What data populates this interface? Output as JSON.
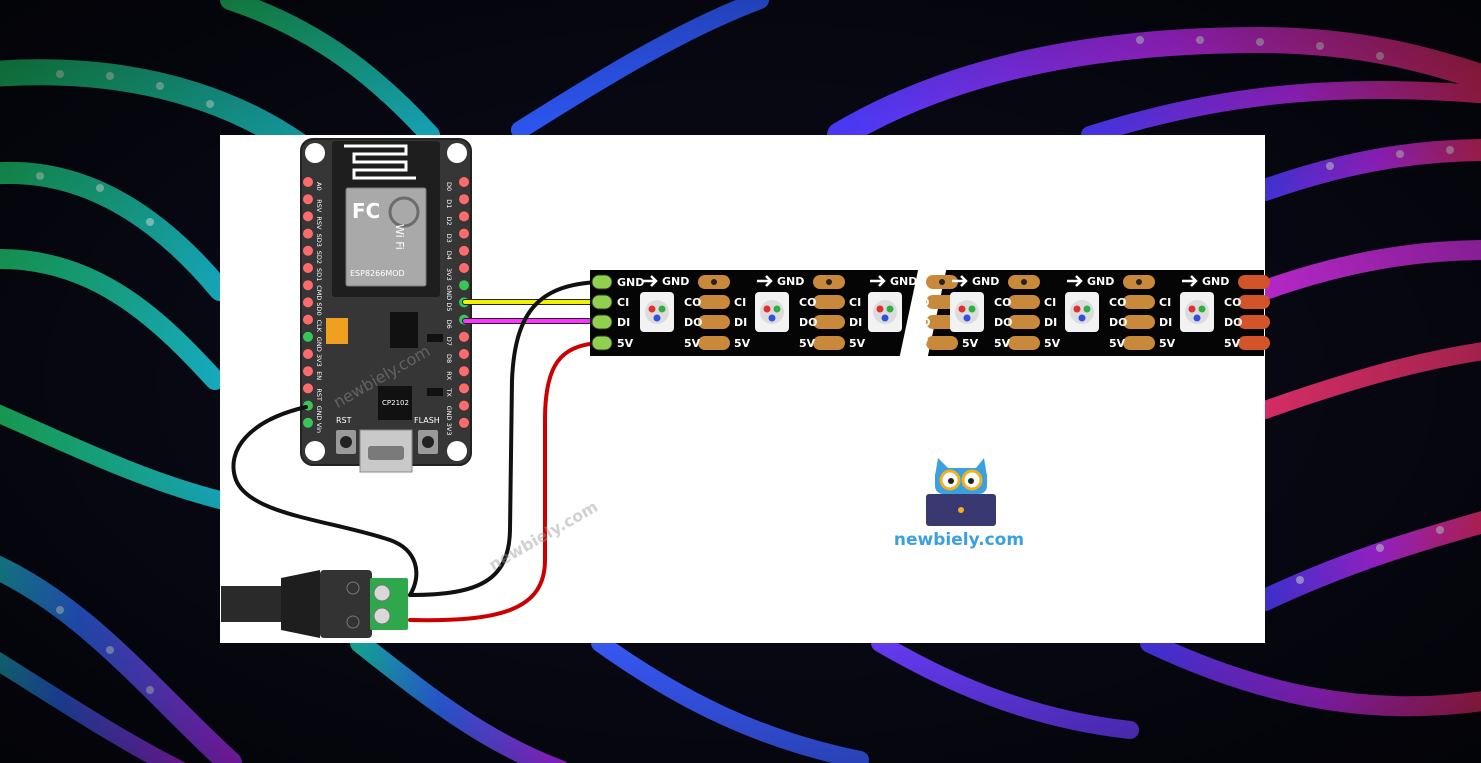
{
  "board": {
    "name": "NodeMCU ESP8266",
    "module_brand": "Wi Fi",
    "module_fc": "FC",
    "module_model": "ESP8266MOD",
    "left_pins": [
      "A0",
      "RSV",
      "RSV",
      "SD3",
      "SD2",
      "SD1",
      "CMD",
      "SD0",
      "CLK",
      "GND",
      "3V3",
      "EN",
      "RST",
      "GND",
      "Vin"
    ],
    "right_pins": [
      "D0",
      "D1",
      "D2",
      "D3",
      "D4",
      "3V3",
      "GND",
      "D5",
      "D6",
      "D7",
      "D8",
      "RX",
      "TX",
      "GND",
      "3V3"
    ],
    "button_rst": "RST",
    "button_flash": "FLASH",
    "chip_label": "CP2102"
  },
  "strip": {
    "input_labels": [
      "GND",
      "CI",
      "DI",
      "5V"
    ],
    "repeat_top": "GND",
    "repeat_ci": "CI",
    "repeat_co": "CO",
    "repeat_di": "DI",
    "repeat_do": "DO",
    "repeat_5v": "5V"
  },
  "watermark": {
    "board": "newbiely.com",
    "middle": "newbiely.com"
  },
  "logo": {
    "text": "newbiely.com"
  },
  "colors": {
    "wire_gnd": "#111111",
    "wire_power": "#cc0000",
    "wire_ci": "#f2f200",
    "wire_di": "#ff33ff",
    "strip_body": "#050505",
    "pad": "#c8893a",
    "board_body": "#333333",
    "jack_terminal": "#2ea84a",
    "logo_blue": "#3aa0e0"
  }
}
